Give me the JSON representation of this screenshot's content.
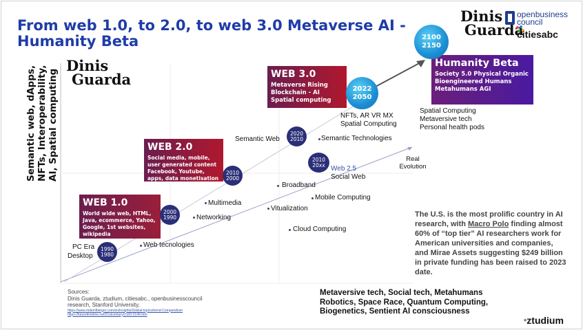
{
  "title": "From web 1.0, to 2.0, to web 3.0 Metaverse AI - Humanity Beta",
  "logos": {
    "dg_top": [
      "Dinis",
      "Guarda"
    ],
    "dg_chart": [
      "Dinis",
      "Guarda"
    ],
    "obc": "openbusiness council",
    "citi": "citiesabc",
    "ztudium": "ztudium"
  },
  "y_axis_label": "Semantic web, dApps, NFTs, Interoperability, AI, Spatial computing",
  "boxes": {
    "web1": {
      "title": "WEB 1.0",
      "desc": "World wide web, HTML, Java, ecommerce, Yahoo, Google, 1st websites, wikipedia",
      "color": "#7a1a4a"
    },
    "web2": {
      "title": "WEB 2.0",
      "desc": "Social media, mobile, user generated content Facebook, Youtube, apps, data monetisation",
      "color": "#8a1a3a"
    },
    "web3": {
      "title": "WEB 3.0",
      "desc": "Metaverse Rising Blockchain - AI Spatial computing",
      "color": "#8a1a3a"
    },
    "beta": {
      "title": "Humanity Beta",
      "desc": "Society 5.0 Physical Organic Bioengineered Humans Metahumans AGI",
      "color": "#5a1a8a"
    }
  },
  "nodes": {
    "n1990": [
      "1990",
      "1980"
    ],
    "n2000": [
      "2000",
      "1990"
    ],
    "n2010": [
      "2010",
      "2000"
    ],
    "n2020": [
      "2020",
      "2010"
    ],
    "n20xx": [
      "2010",
      "20xx"
    ],
    "n2022": [
      "2022",
      "2050"
    ],
    "n2100": [
      "2100",
      "2150"
    ]
  },
  "labels": {
    "pc_era": "PC Era",
    "desktop": "Desktop",
    "web_tech": "Web tecnologies",
    "networking": "Networking",
    "multimedia": "Multimedia",
    "visualization": "Vitualization",
    "cloud": "Cloud Computing",
    "broadband": "Broadband",
    "mobile": "Mobile Computing",
    "semantic_web": "Semantic Web",
    "semantic_tech": "Semantic Technologies",
    "web25": "Web 2.5",
    "social_web": "Social Web",
    "real_evolution": "Real Evolution",
    "nfts": "NFTs, AR VR MX Spatial Computing",
    "spatial": "Spatial Computing Metaversive tech Personal health pods"
  },
  "stat": {
    "text_a": "The U.S. is the most prolific country in AI research, with ",
    "link": "Macro Polo",
    "text_b": " finding almost 60% of “top tier” AI researchers work for American universities and companies, and Mirae Assets suggesting $249 billion in private funding has been raised to 2023 date."
  },
  "sources": {
    "heading": "Sources:",
    "line1": "Dinis Guarda, ztudium, citiesabc., openbusinesscouncil research, Stanford University,",
    "links": "https://www.mdemlberger.com/en/insights/Global-topics/trend-Compendium https://futuretimeline.net/21stcentury/2100-2149.htm"
  },
  "x_axis_label": "Metaversive tech, Social tech, Metahumans Robotics, Space Race, Quantum Computing, Biogenetics, Sentient AI consciousness",
  "colors": {
    "title": "#1f3ca8",
    "node": "#2b2f78",
    "axis": "#bdbdbd"
  }
}
